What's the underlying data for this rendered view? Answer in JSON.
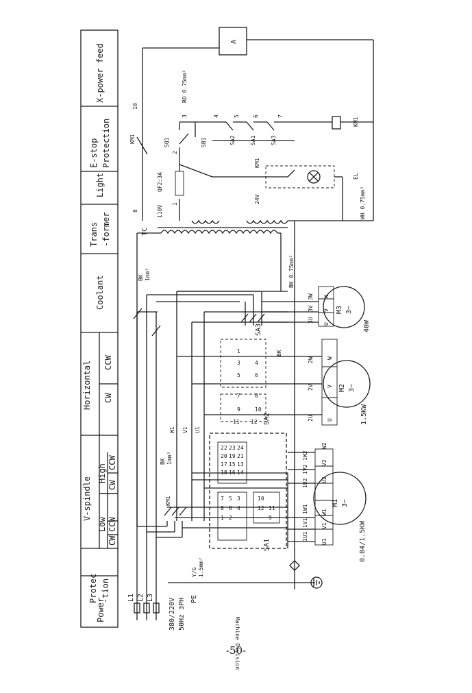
{
  "header": {
    "power": "Power",
    "protection": "Protec\n-tion",
    "vspindle": "V-spindle",
    "low": "Low",
    "high": "High",
    "cw": "CW",
    "ccw": "CCW",
    "horizontal": "Horizontal",
    "coolant": "Coolant",
    "transformer": "Trans\n-former",
    "light": "Light",
    "estop": "E-stop\nProtection",
    "xpower": "X-power feed"
  },
  "supply": {
    "line1": "L1",
    "line2": "L2",
    "line3": "L3",
    "voltage": "380/220V",
    "freq": "50Hz 3PH",
    "pe": "PE",
    "pe_wire": "Y/G\n1.5mm²",
    "machine_division": "Machine Division",
    "bk_wire1": "BK\n1mm²",
    "bk_wire2": "BK\n1mm²"
  },
  "motors": {
    "m1": {
      "name": "M1",
      "phase": "3~",
      "rating": "0.84/1.5KW",
      "terminals": [
        "U1",
        "V1",
        "W1",
        "U2",
        "V2",
        "W2"
      ],
      "wires": [
        "1U1",
        "1V1",
        "1W1",
        "1U2",
        "1V2",
        "1W2"
      ]
    },
    "m2": {
      "name": "M2",
      "phase": "3~",
      "rating": "1.5KW",
      "terminals": [
        "U",
        "V",
        "W"
      ],
      "wires": [
        "2U",
        "2V",
        "2W"
      ]
    },
    "m3": {
      "name": "M3",
      "phase": "3~",
      "rating": "40W",
      "terminals": [
        "U",
        "V",
        "W"
      ],
      "wires": [
        "3U",
        "3V",
        "3W"
      ]
    }
  },
  "switches": {
    "sa1": "SA1",
    "sa2": "SA2",
    "sa3": "SA3",
    "km1": "KM1",
    "wires": [
      "W1",
      "V1",
      "U1"
    ],
    "bk_label": "BK\n1mm²",
    "rd_label": "RD 0.75mm²",
    "wh_label": "WH 0.75mm²",
    "bk2": "BK 0.75mm²"
  },
  "control": {
    "tc": "TC",
    "qf2": "QF2:3A",
    "sq1": "SQ1",
    "sb1": "SB1",
    "sa2": "SA2",
    "sa1": "SA1",
    "sa3": "SA3",
    "km1": "KM1",
    "km1b": "KM1",
    "el": "EL",
    "v110": "110V",
    "v24": "24V",
    "a": "A",
    "nodes": [
      "1",
      "2",
      "3",
      "4",
      "5",
      "6",
      "7",
      "8",
      "10"
    ]
  },
  "page_number": "-50-"
}
